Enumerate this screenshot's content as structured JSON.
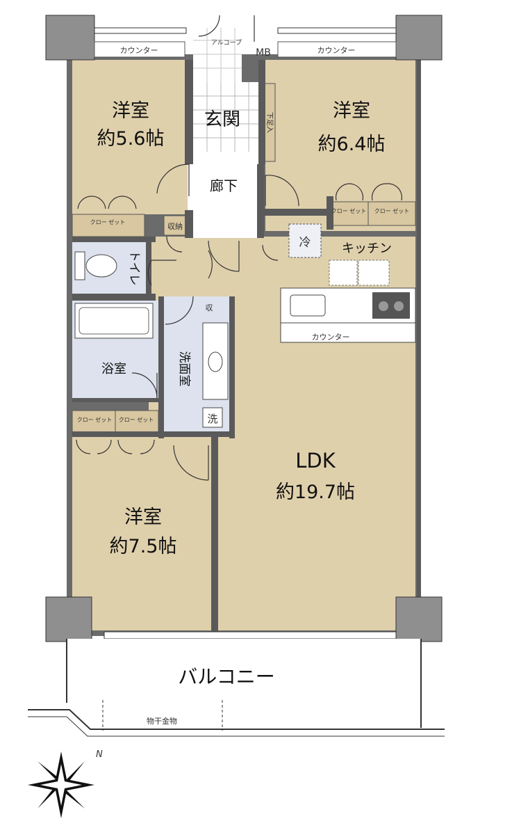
{
  "rooms": {
    "room_nw": {
      "name": "洋室",
      "size": "約5.6帖"
    },
    "room_ne": {
      "name": "洋室",
      "size": "約6.4帖"
    },
    "room_sw": {
      "name": "洋室",
      "size": "約7.5帖"
    },
    "ldk": {
      "name": "LDK",
      "size": "約19.7帖"
    }
  },
  "labels": {
    "entrance": "玄関",
    "hallway": "廊下",
    "toilet": "トイレ",
    "bath": "浴室",
    "washroom": "洗面室",
    "kitchen": "キッチン",
    "balcony": "バルコニー",
    "counter_nw": "カウンター",
    "counter_ne": "カウンター",
    "counter_kitchen": "カウンター",
    "closet": "クロー\nゼット",
    "storage": "収納",
    "shoe_box": "下足入",
    "mb": "MB",
    "alcove": "アルコーブ",
    "fridge": "冷",
    "washer": "洗",
    "pantry": "収",
    "drying_hardware": "物干金物",
    "north": "N"
  },
  "colors": {
    "room_fill": "#dfd0ac",
    "wet_fill": "#dde2ee",
    "hall_fill": "#ffffff",
    "wall": "#5a5a5a",
    "column": "#8f8f8f"
  }
}
